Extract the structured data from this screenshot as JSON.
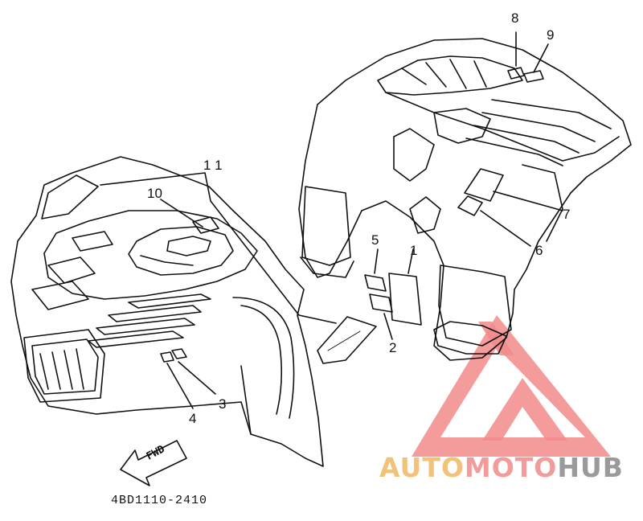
{
  "callouts": {
    "n1": "1",
    "n2": "2",
    "n3": "3",
    "n4": "4",
    "n5": "5",
    "n6": "6",
    "n7": "7",
    "n8": "8",
    "n9": "9",
    "n10": "10",
    "n11": "1 1"
  },
  "part_code": "4BD1110-2410",
  "forward_arrow": {
    "label": "FWD",
    "icon": "arrow-left-icon"
  },
  "watermark": {
    "part1": "AUTO",
    "part2": "MOTO",
    "part3": "HUB",
    "colors": {
      "part1": "#f2c27a",
      "part2": "#f29b9b",
      "part3": "#9a9a9a",
      "logo": "#f28a8a"
    },
    "icon": "triangle-g-logo-icon"
  },
  "colors": {
    "line": "#111111",
    "background": "#ffffff"
  }
}
